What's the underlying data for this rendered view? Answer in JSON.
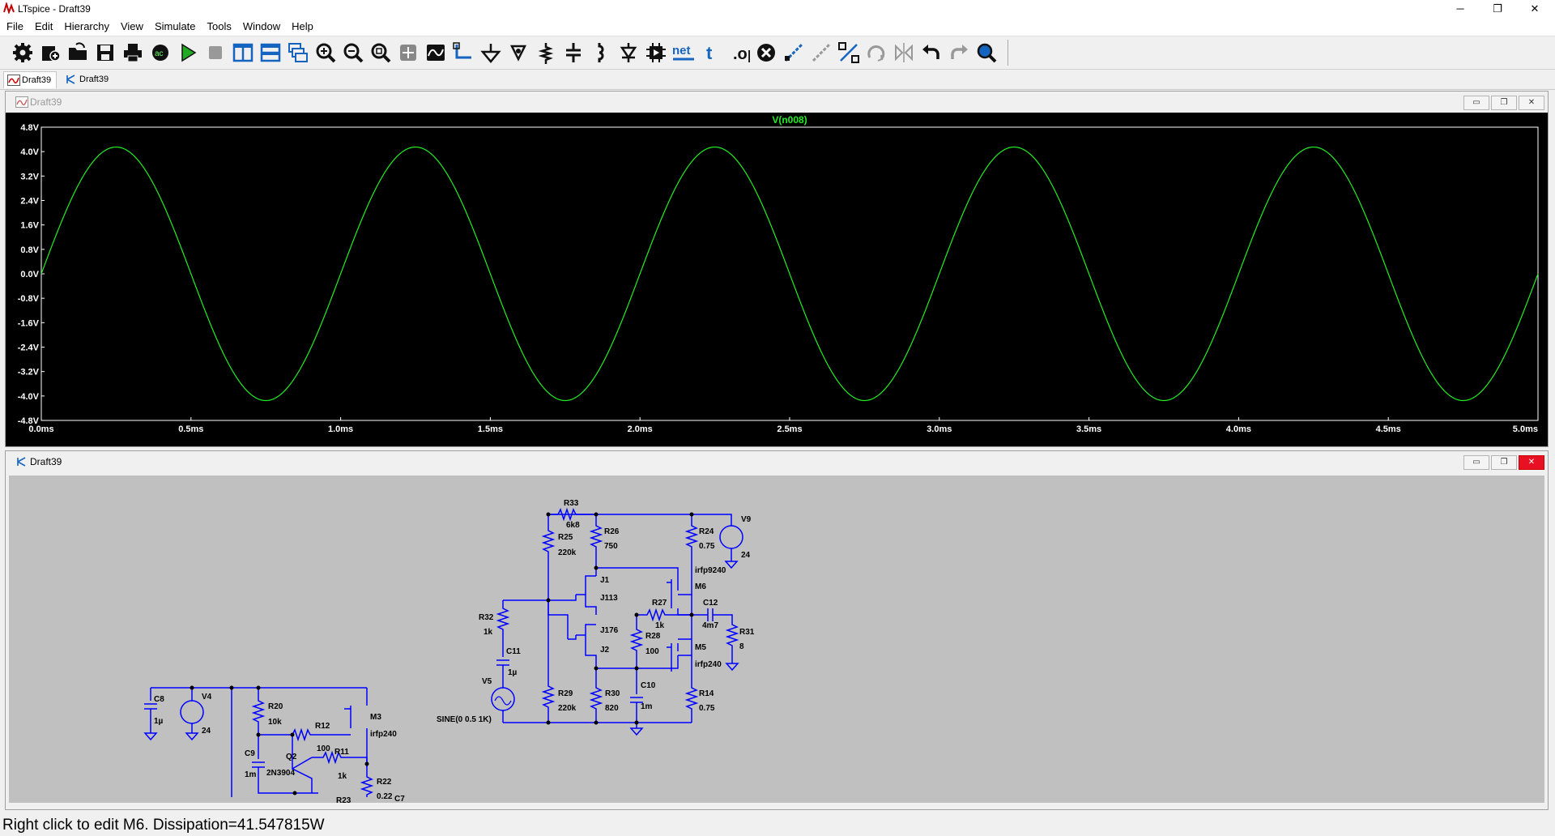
{
  "window": {
    "title": "LTspice - Draft39",
    "minimize_glyph": "─",
    "maximize_glyph": "❐",
    "close_glyph": "✕"
  },
  "menu": [
    "File",
    "Edit",
    "Hierarchy",
    "View",
    "Simulate",
    "Tools",
    "Window",
    "Help"
  ],
  "toolbar": {
    "net_label": "net",
    "text_label": "t"
  },
  "tabs": [
    {
      "label": "Draft39",
      "icon": "waveform-icon"
    },
    {
      "label": "Draft39",
      "icon": "schematic-icon"
    }
  ],
  "waveform_window": {
    "title": "Draft39",
    "trace_label": "V(n008)",
    "trace_color": "#22ee22",
    "chart_data": {
      "type": "line",
      "series": [
        {
          "name": "V(n008)",
          "frequency_hz": 1000,
          "amplitude_v": 4.15,
          "offset_v": 0
        }
      ],
      "x_range_ms": [
        0,
        5.0
      ],
      "y_range_v": [
        -4.8,
        4.8
      ],
      "y_ticks": [
        "4.8V",
        "4.0V",
        "3.2V",
        "2.4V",
        "1.6V",
        "0.8V",
        "0.0V",
        "-0.8V",
        "-1.6V",
        "-2.4V",
        "-3.2V",
        "-4.0V",
        "-4.8V"
      ],
      "x_ticks": [
        "0.0ms",
        "0.5ms",
        "1.0ms",
        "1.5ms",
        "2.0ms",
        "2.5ms",
        "3.0ms",
        "3.5ms",
        "4.0ms",
        "4.5ms",
        "5.0ms"
      ],
      "background": "#000000",
      "axis_color": "#ffffff"
    }
  },
  "schematic_window": {
    "title": "Draft39",
    "wire_color": "#0000ff",
    "background": "#c0c0c0",
    "labels": {
      "R33": "R33",
      "R33v": "6k8",
      "R25": "R25",
      "R25v": "220k",
      "R26": "R26",
      "R26v": "750",
      "R24": "R24",
      "R24v": "0.75",
      "V9": "V9",
      "V9v": "24",
      "J1": "J1",
      "J113": "J113",
      "M6": "M6",
      "irfp9240": "irfp9240",
      "R27": "R27",
      "R27v": "1k",
      "C12": "C12",
      "C12v": "4m7",
      "R31": "R31",
      "R31v": "8",
      "R32": "R32",
      "R32v": "1k",
      "J176": "J176",
      "J2": "J2",
      "R28": "R28",
      "R28v": "100",
      "M5": "M5",
      "irfp240a": "irfp240",
      "C11": "C11",
      "C11v": "1µ",
      "V5": "V5",
      "V5v": "SINE(0 0.5 1K)",
      "R29": "R29",
      "R29v": "220k",
      "R30": "R30",
      "R30v": "820",
      "C10": "C10",
      "C10v": "1m",
      "R14": "R14",
      "R14v": "0.75",
      "C8": "C8",
      "C8v": "1µ",
      "V4": "V4",
      "V4v": "24",
      "R20": "R20",
      "R20v": "10k",
      "M3": "M3",
      "irfp240b": "irfp240",
      "R12": "R12",
      "R12v": "100",
      "C9": "C9",
      "C9v": "1m",
      "Q2": "Q2",
      "Q2v": "2N3904",
      "R11": "R11",
      "R11v": "1k",
      "R22": "R22",
      "R22v": "0.22",
      "R23": "R23",
      "C7": "C7"
    }
  },
  "status": {
    "text": "Right click to edit M6.   Dissipation=41.547815W"
  }
}
